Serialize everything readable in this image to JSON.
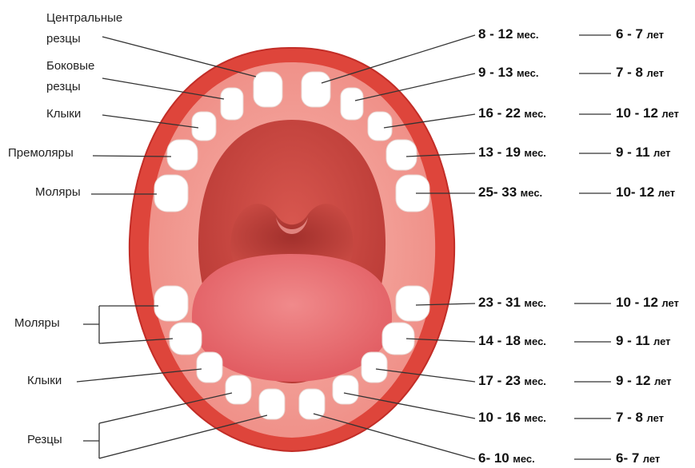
{
  "colors": {
    "lip": "#e0463c",
    "lip_dark": "#c22d27",
    "gum": "#f29a92",
    "cavity": "#c1403a",
    "tongue": "#e8676a",
    "tooth": "#ffffff",
    "line": "#333333"
  },
  "left_labels": {
    "upper_central": "Центральные\nрезцы",
    "upper_lateral": "Боковые\nрезцы",
    "upper_canines": "Клыки",
    "upper_premolars": "Премоляры",
    "upper_molars": "Моляры",
    "lower_molars": "Моляры",
    "lower_canines": "Клыки",
    "lower_incisors": "Резцы"
  },
  "upper_rows": [
    {
      "baby_num": "8 - 12",
      "baby_unit": "мес.",
      "adult_num": "6 - 7",
      "adult_unit": "лет"
    },
    {
      "baby_num": "9 - 13",
      "baby_unit": "мес.",
      "adult_num": "7 - 8",
      "adult_unit": "лет"
    },
    {
      "baby_num": "16 - 22",
      "baby_unit": "мес.",
      "adult_num": "10 - 12",
      "adult_unit": "лет"
    },
    {
      "baby_num": "13 - 19",
      "baby_unit": "мес.",
      "adult_num": "9 - 11",
      "adult_unit": "лет"
    },
    {
      "baby_num": "25- 33",
      "baby_unit": "мес.",
      "adult_num": "10- 12",
      "adult_unit": "лет"
    }
  ],
  "lower_rows": [
    {
      "baby_num": "23 - 31",
      "baby_unit": "мес.",
      "adult_num": "10 - 12",
      "adult_unit": "лет"
    },
    {
      "baby_num": "14 - 18",
      "baby_unit": "мес.",
      "adult_num": "9 - 11",
      "adult_unit": "лет"
    },
    {
      "baby_num": "17 - 23",
      "baby_unit": "мес.",
      "adult_num": "9 - 12",
      "adult_unit": "лет"
    },
    {
      "baby_num": "10 - 16",
      "baby_unit": "мес.",
      "adult_num": "7 - 8",
      "adult_unit": "лет"
    },
    {
      "baby_num": "6- 10",
      "baby_unit": "мес.",
      "adult_num": "6- 7",
      "adult_unit": "лет"
    }
  ]
}
